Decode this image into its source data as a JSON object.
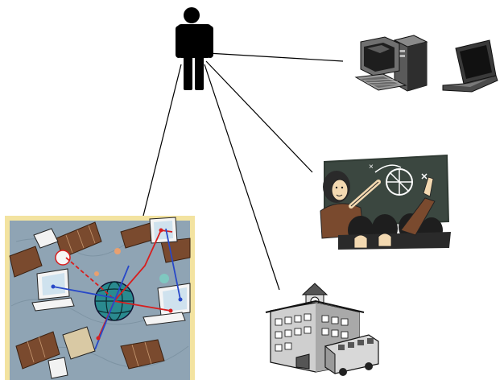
{
  "diagram": {
    "nodes": [
      {
        "id": "person",
        "icon": "person-icon"
      },
      {
        "id": "computers",
        "icon": "computers-icon"
      },
      {
        "id": "classroom",
        "icon": "classroom-teacher-icon"
      },
      {
        "id": "school",
        "icon": "school-building-icon"
      },
      {
        "id": "network",
        "icon": "satellite-network-icon"
      }
    ],
    "edges": [
      {
        "from": "person",
        "to": "computers"
      },
      {
        "from": "person",
        "to": "classroom"
      },
      {
        "from": "person",
        "to": "school"
      },
      {
        "from": "person",
        "to": "network"
      }
    ],
    "colors": {
      "line": "#000000",
      "network_bg": "#8fa4b4",
      "network_border": "#f3e3a0",
      "globe": "#2a8a8f",
      "link_red": "#d81e1e",
      "link_blue": "#2848c8",
      "board": "#2f3a33",
      "panel_brown": "#7a4a2e"
    }
  }
}
